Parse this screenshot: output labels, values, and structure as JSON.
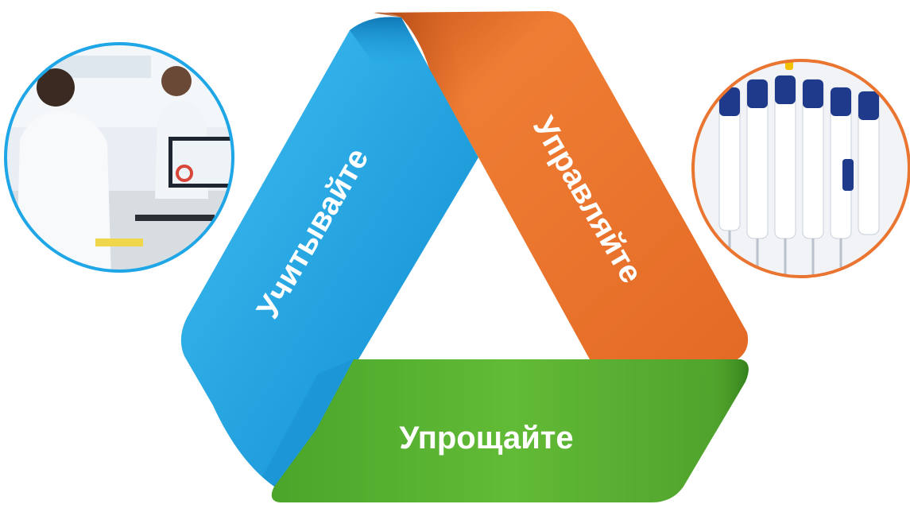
{
  "diagram": {
    "segments": [
      {
        "id": "left",
        "label": "Учитывайте",
        "color": "#1ea6e6",
        "color_dark": "#0f86c8"
      },
      {
        "id": "right",
        "label": "Управляйте",
        "color": "#ea7530",
        "color_dark": "#c9561a"
      },
      {
        "id": "bottom",
        "label": "Упрощайте",
        "color": "#5cb531",
        "color_dark": "#3f9322"
      }
    ],
    "photos": [
      {
        "id": "lab-photo",
        "border_color": "#1ea6e6",
        "subject": "lab scientists at computer"
      },
      {
        "id": "pipettes-photo",
        "border_color": "#ea7530",
        "subject": "pipettes on rack"
      }
    ]
  }
}
